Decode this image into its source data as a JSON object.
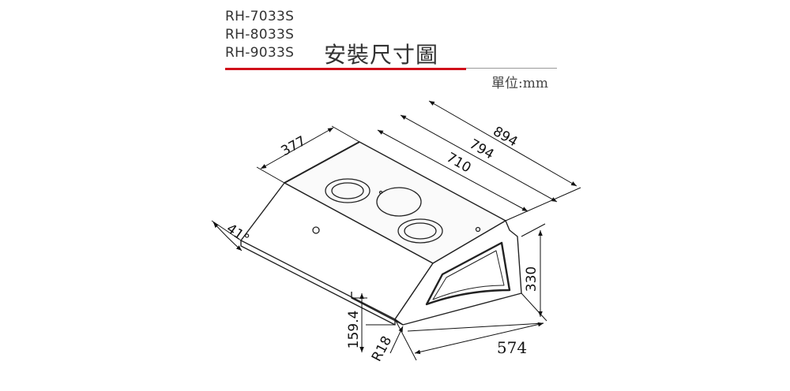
{
  "header": {
    "models": [
      "RH-7033S",
      "RH-8033S",
      "RH-9033S"
    ],
    "title": "安裝尺寸圖",
    "unit": "單位:mm"
  },
  "dimensions": {
    "width_overall": "894",
    "width_inner": "794",
    "width_top": "710",
    "depth_top": "377",
    "angle": "41°",
    "height": "330",
    "depth_bottom": "574",
    "front_height": "159.4",
    "radius": "R18"
  },
  "colors": {
    "accent": "#d0101a",
    "line": "#222222"
  }
}
